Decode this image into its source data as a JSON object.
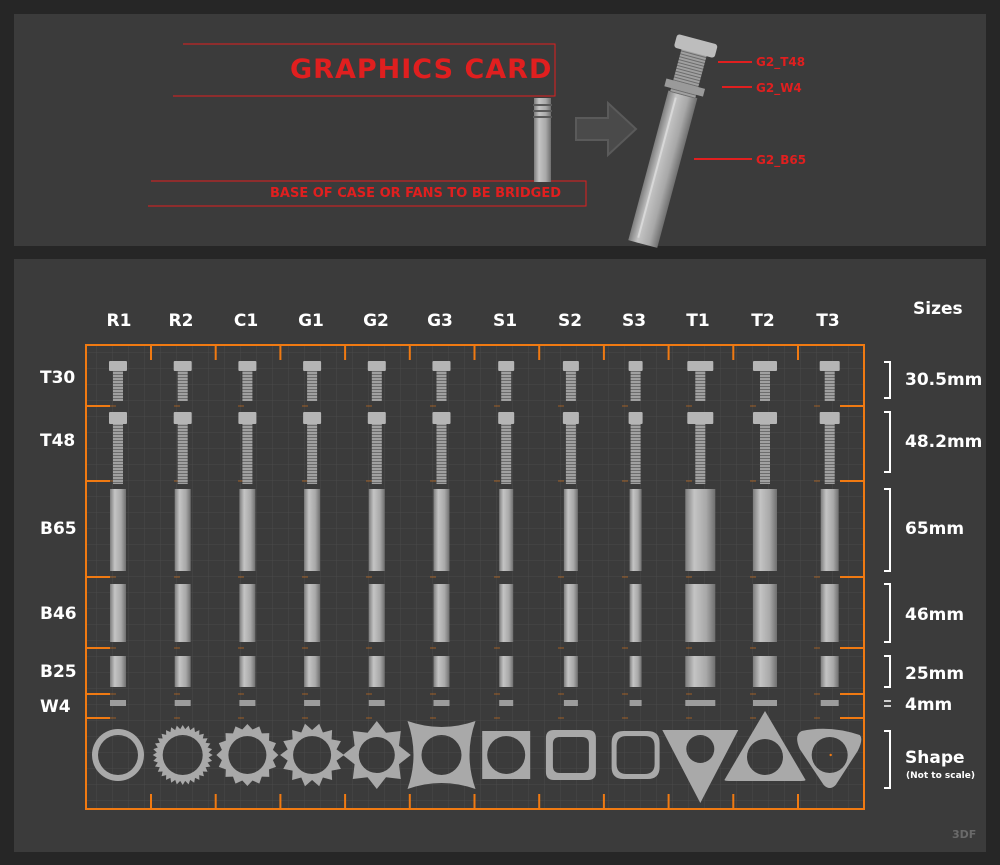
{
  "top": {
    "title": "GRAPHICS CARD",
    "base_label": "BASE OF CASE OR FANS TO BE BRIDGED",
    "part_labels": [
      "G2_T48",
      "G2_W4",
      "G2_B65"
    ]
  },
  "grid": {
    "columns": [
      "R1",
      "R2",
      "C1",
      "G1",
      "G2",
      "G3",
      "S1",
      "S2",
      "S3",
      "T1",
      "T2",
      "T3"
    ],
    "rows": [
      "T30",
      "T48",
      "B65",
      "B46",
      "B25",
      "W4"
    ],
    "sizes_header": "Sizes",
    "sizes": [
      "30.5mm",
      "48.2mm",
      "65mm",
      "46mm",
      "25mm",
      "4mm"
    ],
    "shape_label": "Shape",
    "shape_note": "(Not to scale)"
  },
  "watermark": "3DF",
  "colors": {
    "accent_orange": "#f07a12",
    "accent_red": "#e01f1f",
    "part_gray": "#a6a6a6",
    "panel_bg": "#3b3b3b",
    "page_bg": "#262626"
  }
}
